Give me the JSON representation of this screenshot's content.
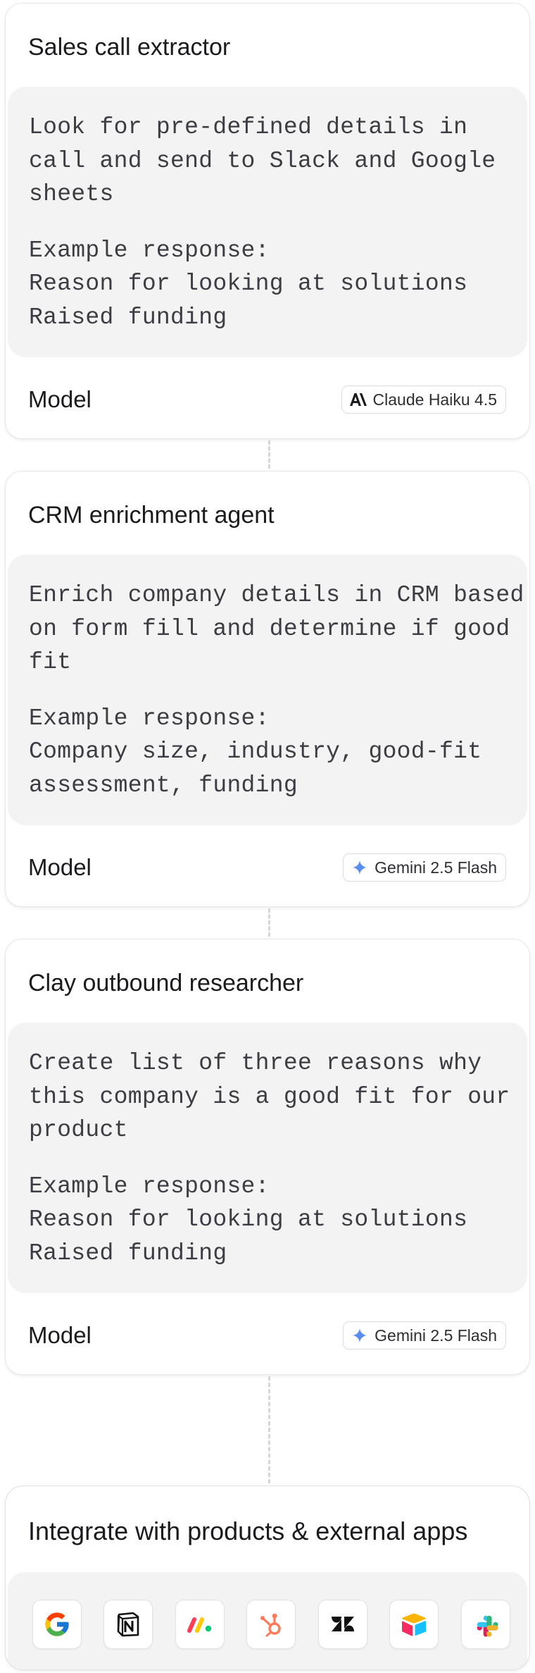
{
  "cards": [
    {
      "title": "Sales call extractor",
      "prompt_lines": [
        "Look for pre-defined details in",
        "call and send to Slack and Google",
        "sheets"
      ],
      "example_lines": [
        "Example response:",
        "Reason for looking at solutions",
        "Raised funding"
      ],
      "model_label": "Model",
      "model_name": "Claude Haiku 4.5",
      "model_icon": "anthropic-icon"
    },
    {
      "title": "CRM enrichment agent",
      "prompt_lines": [
        "Enrich company details in CRM based",
        "on form fill and determine if good",
        "fit"
      ],
      "example_lines": [
        "Example response:",
        "Company size, industry, good-fit",
        "assessment, funding"
      ],
      "model_label": "Model",
      "model_name": "Gemini 2.5 Flash",
      "model_icon": "gemini-icon"
    },
    {
      "title": "Clay outbound researcher",
      "prompt_lines": [
        "Create list of three reasons why",
        "this company is a good fit for our",
        "product"
      ],
      "example_lines": [
        "Example response:",
        "Reason for looking at solutions",
        "Raised funding"
      ],
      "model_label": "Model",
      "model_name": "Gemini 2.5 Flash",
      "model_icon": "gemini-icon"
    }
  ],
  "integrations": {
    "title": "Integrate with products & external apps",
    "apps": [
      {
        "name": "google-icon"
      },
      {
        "name": "notion-icon"
      },
      {
        "name": "monday-icon"
      },
      {
        "name": "hubspot-icon"
      },
      {
        "name": "zendesk-icon"
      },
      {
        "name": "airtable-icon"
      },
      {
        "name": "slack-icon"
      }
    ]
  },
  "colors": {
    "card_border": "#e6e6ea",
    "prompt_bg": "#f3f3f4",
    "connector": "#d6d6da",
    "gemini_blue": "#5b8def",
    "hubspot_orange": "#ff7a59"
  }
}
